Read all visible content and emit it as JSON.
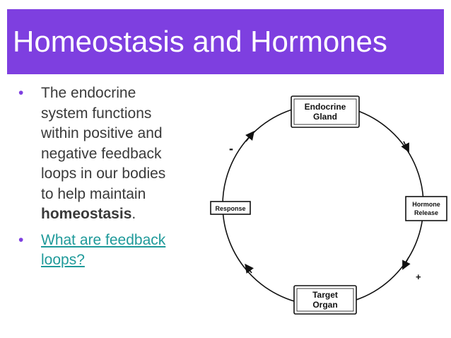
{
  "slide": {
    "title": "Homeostasis and Hormones",
    "accent_color": "#7e3fe0",
    "link_color": "#1f9a9a"
  },
  "bullets": [
    {
      "lines": [
        "The endocrine",
        "system functions",
        "within positive and",
        "negative feedback",
        "loops in our bodies",
        "to help maintain"
      ],
      "bold_word": "homeostasis",
      "end_punct": "."
    },
    {
      "link_lines": [
        "What are feedback",
        "loops?"
      ]
    }
  ],
  "diagram": {
    "nodes": {
      "gland": [
        "Endocrine",
        "Gland"
      ],
      "release": [
        "Hormone",
        "Release"
      ],
      "target": [
        "Target",
        "Organ"
      ],
      "response": "Response"
    },
    "signs": {
      "negative": "-",
      "positive": "+"
    }
  }
}
